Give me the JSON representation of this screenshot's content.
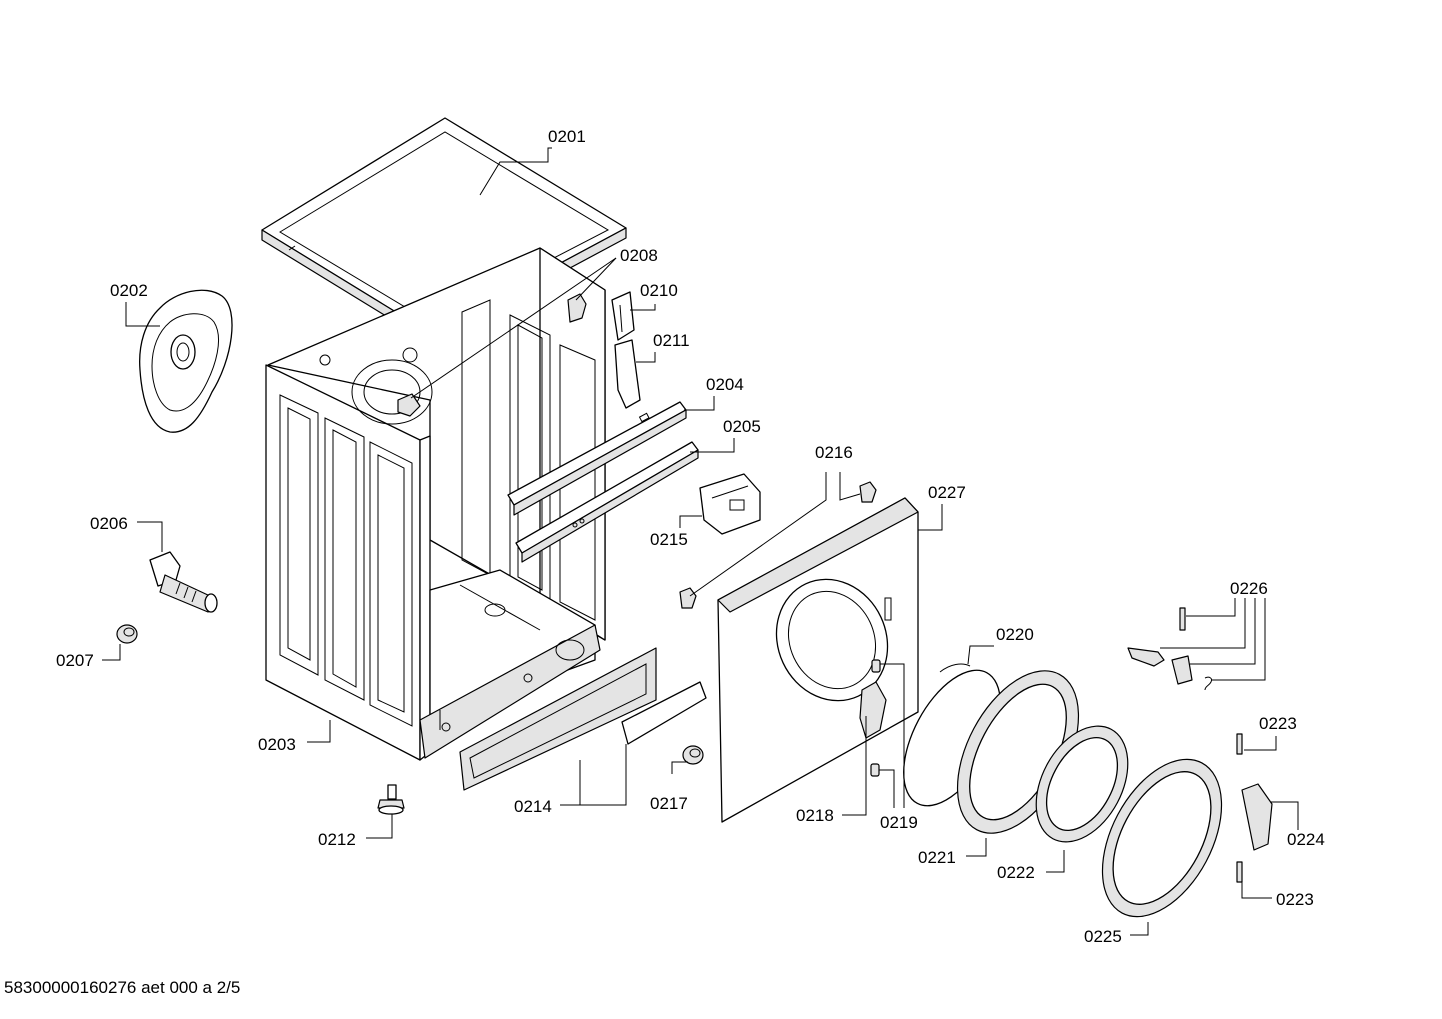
{
  "document_id": "58300000160276 aet 000 a 2/5",
  "part_labels": {
    "p0201": "0201",
    "p0202": "0202",
    "p0203": "0203",
    "p0204": "0204",
    "p0205": "0205",
    "p0206": "0206",
    "p0207": "0207",
    "p0208": "0208",
    "p0210": "0210",
    "p0211": "0211",
    "p0212": "0212",
    "p0214": "0214",
    "p0215": "0215",
    "p0216": "0216",
    "p0217": "0217",
    "p0218": "0218",
    "p0219": "0219",
    "p0220": "0220",
    "p0221": "0221",
    "p0222": "0222",
    "p0223a": "0223",
    "p0223b": "0223",
    "p0224": "0224",
    "p0225": "0225",
    "p0226": "0226",
    "p0227": "0227"
  }
}
